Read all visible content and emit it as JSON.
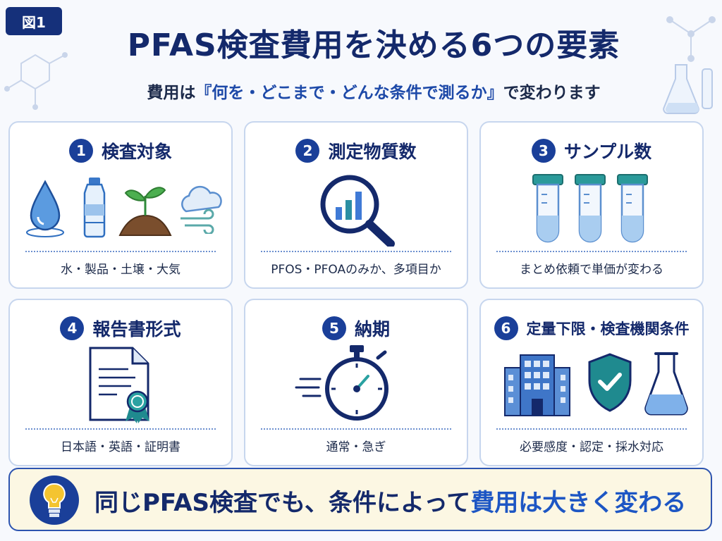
{
  "figure_label": "図1",
  "title": "PFAS検査費用を決める6つの要素",
  "subtitle": {
    "prefix": "費用は",
    "highlight": "『何を・どこまで・どんな条件で測るか』",
    "suffix": "で変わります"
  },
  "cards": [
    {
      "number": "1",
      "title": "検査対象",
      "footer": "水・製品・土壌・大気",
      "icons": [
        "water-drop-icon",
        "plastic-bottle-icon",
        "soil-sprout-icon",
        "air-cloud-icon"
      ]
    },
    {
      "number": "2",
      "title": "測定物質数",
      "footer": "PFOS・PFOAのみか、多項目か",
      "icons": [
        "magnifier-chart-icon"
      ]
    },
    {
      "number": "3",
      "title": "サンプル数",
      "footer": "まとめ依頼で単価が変わる",
      "icons": [
        "test-tube-icon",
        "test-tube-icon",
        "test-tube-icon"
      ]
    },
    {
      "number": "4",
      "title": "報告書形式",
      "footer": "日本語・英語・証明書",
      "icons": [
        "certificate-document-icon"
      ]
    },
    {
      "number": "5",
      "title": "納期",
      "footer": "通常・急ぎ",
      "icons": [
        "stopwatch-icon"
      ]
    },
    {
      "number": "6",
      "title": "定量下限・検査機関条件",
      "footer": "必要感度・認定・採水対応",
      "icons": [
        "laboratory-building-icon",
        "shield-check-icon",
        "flask-icon"
      ]
    }
  ],
  "banner": {
    "prefix": "同じPFAS検査でも、条件によって",
    "highlight": "費用は大きく変わる",
    "icon": "lightbulb-icon"
  },
  "colors": {
    "navy": "#14296b",
    "accent_blue": "#1a3f99",
    "light_blue": "#cfe0f5",
    "teal": "#1f8a8f",
    "card_border": "#c7d6ee",
    "banner_bg": "#fcf7e3",
    "bulb_yellow": "#f4c430"
  }
}
